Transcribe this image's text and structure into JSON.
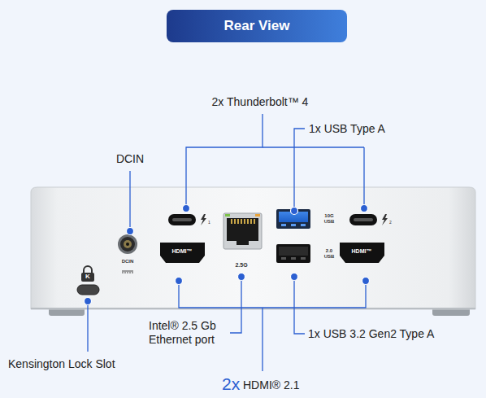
{
  "diagram": {
    "title": "Rear View",
    "labels": [
      "2x Thunderbolt™ 4",
      "1x USB Type A",
      "DCIN",
      "DCIN",
      "2.5G",
      "10G",
      "USB",
      "2.0",
      "USB",
      "HDMI™",
      "HDMI™",
      "1",
      "2",
      "K",
      "Kensington Lock Slot",
      "Intel® 2.5 Gb Ethernet port",
      "2x",
      "HDMI® 2.1",
      "1x USB 3.2 Gen2 Type A"
    ]
  }
}
